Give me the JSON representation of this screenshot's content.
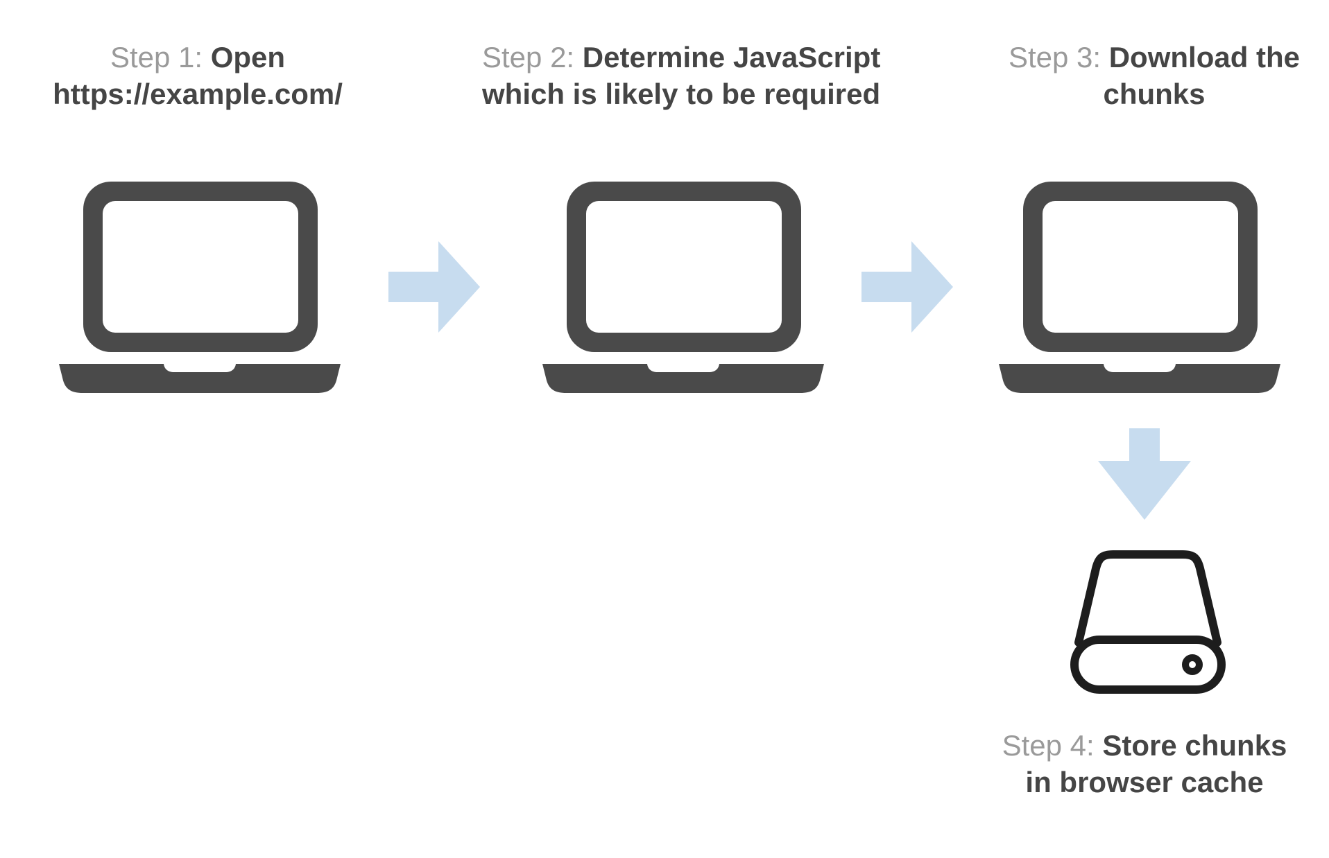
{
  "diagram": {
    "background": "#ffffff",
    "colors": {
      "laptop_gray": "#4a4a4a",
      "arrow_blue": "#c7dcef",
      "step_prefix_gray": "#9a9a9a",
      "step_title_dark": "#454545",
      "drive_outline_black": "#1d1d1d"
    },
    "steps": [
      {
        "prefix": "Step 1:",
        "line1_bold": "Open",
        "line2_bold": "https://example.com/",
        "icon": "laptop-icon"
      },
      {
        "prefix": "Step 2:",
        "line1_bold": "Determine JavaScript",
        "line2_bold": "which is likely to be required",
        "icon": "laptop-icon"
      },
      {
        "prefix": "Step 3:",
        "line1_bold": "Download the",
        "line2_bold": "chunks",
        "icon": "laptop-icon"
      },
      {
        "prefix": "Step 4:",
        "line1_bold": "Store chunks",
        "line2_bold": "in browser cache",
        "icon": "hard-drive-icon"
      }
    ],
    "arrows": [
      {
        "direction": "right"
      },
      {
        "direction": "right"
      },
      {
        "direction": "down"
      }
    ]
  }
}
